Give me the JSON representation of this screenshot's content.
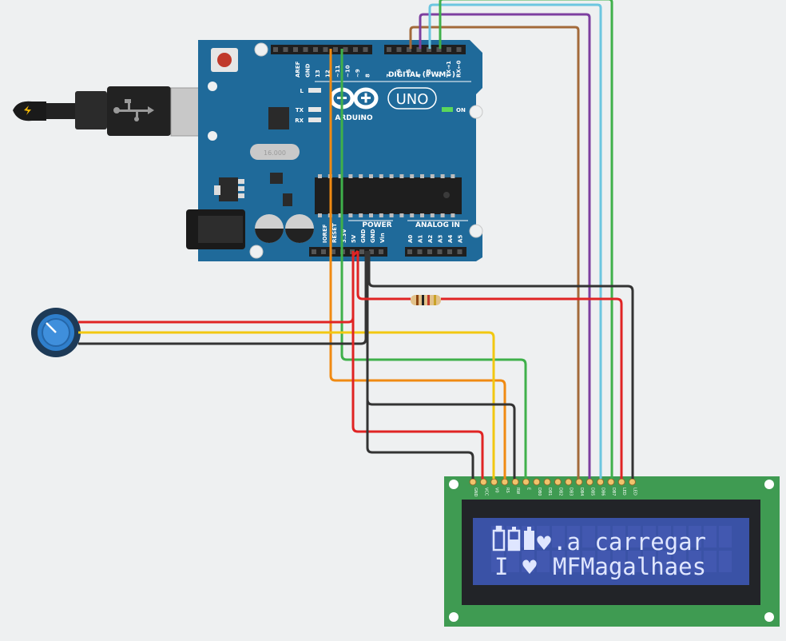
{
  "arduino": {
    "brand": "ARDUINO",
    "model": "UNO",
    "digital_label": "DIGITAL (PWM~)",
    "power_label": "POWER",
    "analog_label": "ANALOG IN",
    "on_label": "ON",
    "led_l": "L",
    "led_tx": "TX",
    "led_rx": "RX",
    "crystal": "16.000",
    "digital_pins": [
      "AREF",
      "GND",
      "13",
      "12",
      "~11",
      "~10",
      "~9",
      "8",
      "7",
      "~6",
      "~5",
      "4",
      "~3",
      "2",
      "TX→1",
      "RX←0"
    ],
    "power_pins": [
      "IOREF",
      "RESET",
      "3.3V",
      "5V",
      "GND",
      "GND",
      "Vin"
    ],
    "analog_pins": [
      "A0",
      "A1",
      "A2",
      "A3",
      "A4",
      "A5"
    ]
  },
  "lcd": {
    "pins": [
      "GND",
      "VCC",
      "V0",
      "RS",
      "RW",
      "E",
      "DB0",
      "DB1",
      "DB2",
      "DB3",
      "DB4",
      "DB5",
      "DB6",
      "DB7",
      "LED",
      "LED"
    ],
    "line1_text": ".a carregar",
    "line2_text": "MFMagalhaes",
    "line2_prefix": "I",
    "heart_icon": "♥"
  },
  "colors": {
    "board": "#1f6a9a",
    "lcd_pcb": "#3f9b52",
    "lcd_screen": "#3a52a6",
    "lcd_text": "#dfe6ff",
    "wire_red": "#e02424",
    "wire_black": "#333333",
    "wire_yellow": "#f2c811",
    "wire_orange": "#f08a12",
    "wire_green": "#3fb04a",
    "wire_purple": "#7d3fa0",
    "wire_cyan": "#6cc6e0",
    "wire_brown": "#a36a3a"
  }
}
